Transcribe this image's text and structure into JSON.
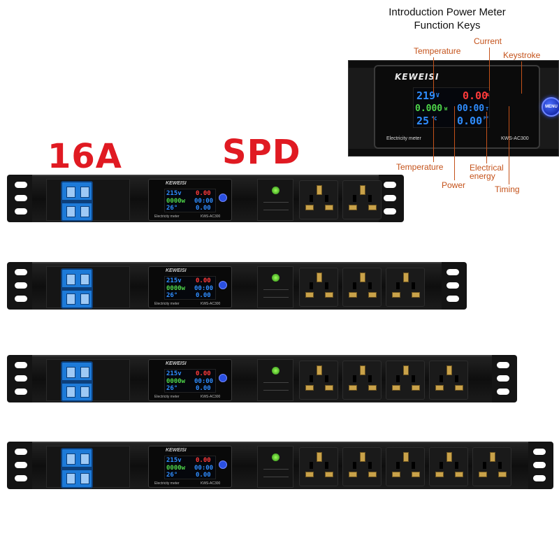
{
  "labels": {
    "rating": "16A",
    "surge": "SPD"
  },
  "intro": {
    "title_line1": "Introduction Power Meter",
    "title_line2": "Function Keys",
    "brand": "KEWEISI",
    "model": "KWS-AC300",
    "device_name": "Electricity meter",
    "button_label": "MENU",
    "display": {
      "voltage": "219",
      "voltage_unit": "V",
      "current": "0.00",
      "current_unit": "A",
      "power": "0.000",
      "power_unit": "W",
      "timing": "00:00",
      "timing_unit": "T",
      "temperature": "25",
      "temperature_unit": "°C",
      "energy": "0.00",
      "energy_unit": "PF"
    },
    "callouts": {
      "temperature_top": "Temperature",
      "current": "Current",
      "keystroke": "Keystroke",
      "temperature_bottom": "Temperature",
      "power": "Power",
      "electrical_energy_1": "Electrical",
      "electrical_energy_2": "energy",
      "timing": "Timing"
    }
  },
  "strips": {
    "meter_brand": "KEWEISI",
    "meter_name": "Electricity meter",
    "meter_model": "KWS-AC300",
    "lcd_voltage": "215v",
    "lcd_current": "0.00",
    "lcd_power": "0000w",
    "lcd_timing": "00:00",
    "lcd_temp": "26°",
    "lcd_energy": "0.00",
    "socket_counts": [
      2,
      3,
      4,
      5
    ]
  },
  "colors": {
    "label_red": "#e01a22",
    "callout_orange": "#c4521a",
    "breaker_blue": "#1d7ad8",
    "lcd_blue": "#2f8dff",
    "lcd_green": "#4fd64a",
    "lcd_red": "#ff3a3a"
  }
}
